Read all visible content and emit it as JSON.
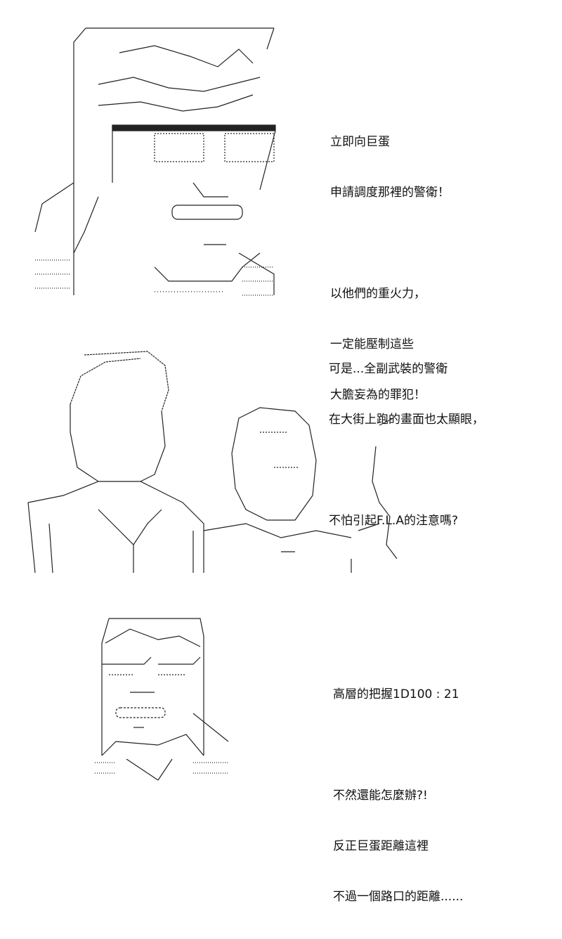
{
  "panels": [
    {
      "dialogue": [
        "立即向巨蛋",
        "申請調度那裡的警衛！",
        "",
        "以他們的重火力，",
        "一定能壓制這些",
        "大膽妄為的罪犯！"
      ]
    },
    {
      "dialogue": [
        "可是...全副武裝的警衛",
        "在大街上跑的畫面也太顯眼，",
        "",
        "不怕引起F.L.A的注意嗎?"
      ]
    },
    {
      "dialogue": [
        "高層的把握1D100 : 21",
        "",
        "不然還能怎麼辦?!",
        "反正巨蛋距離這裡",
        "不過一個路口的距離......"
      ]
    }
  ]
}
